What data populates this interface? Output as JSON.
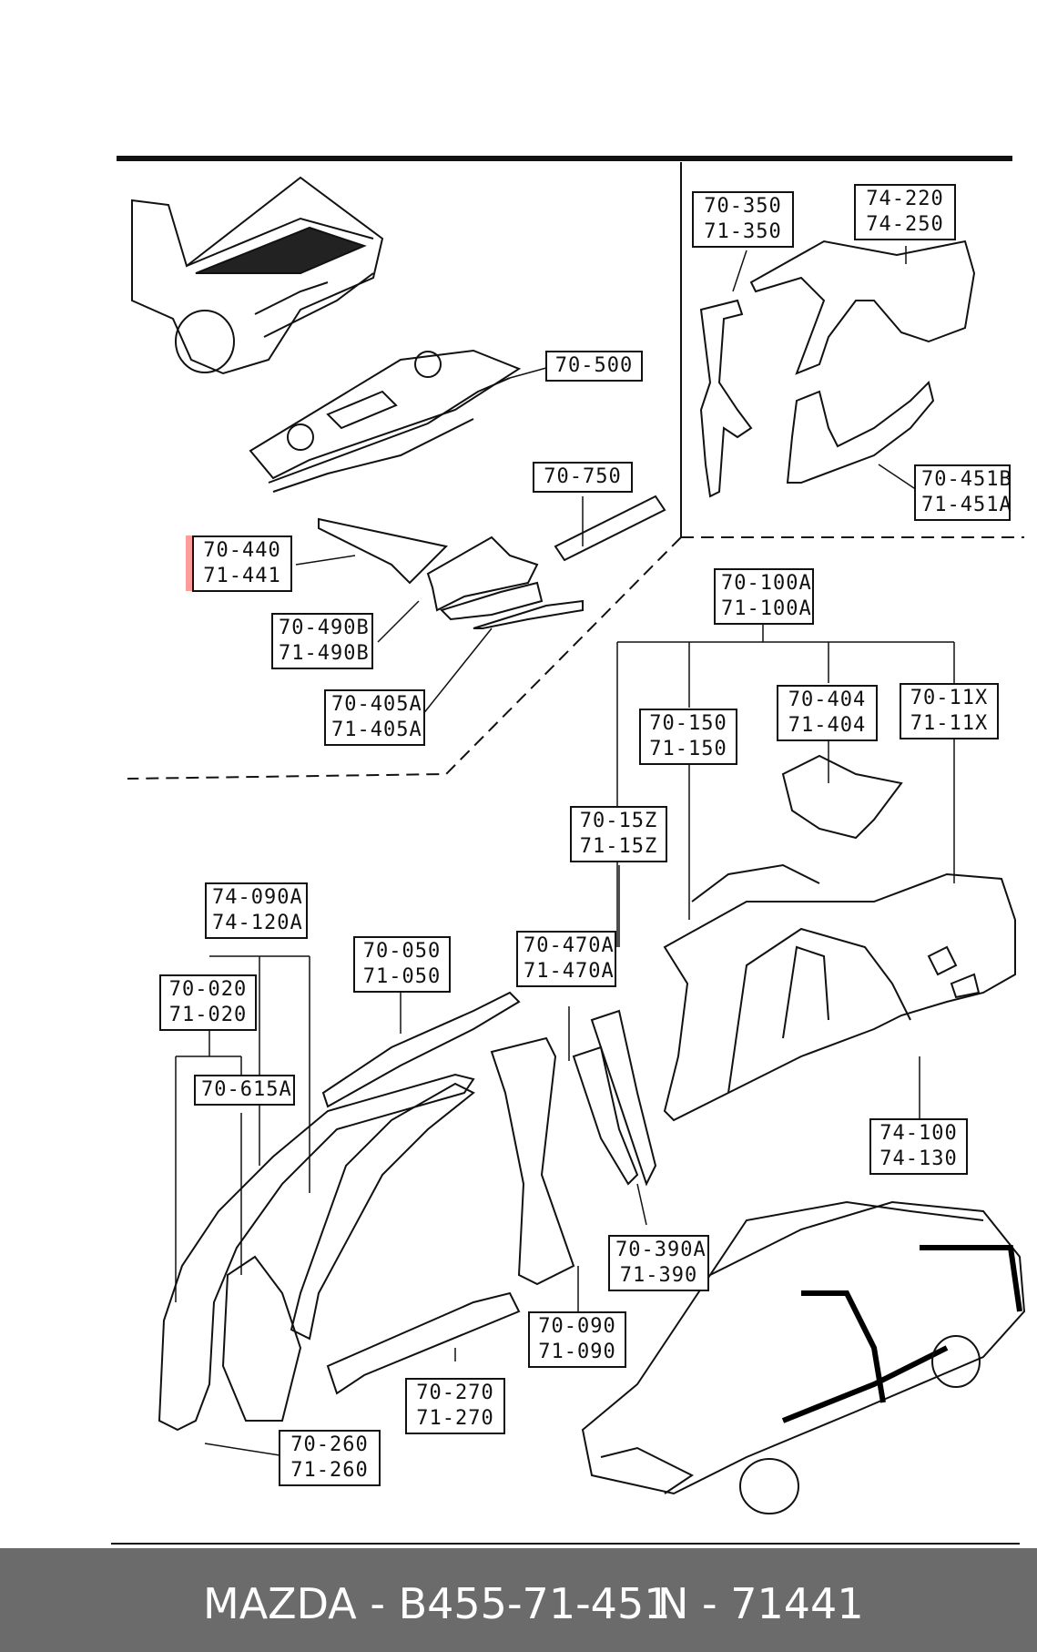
{
  "labels": {
    "l70_500": [
      "70-500"
    ],
    "l70_750": [
      "70-750"
    ],
    "l70_440": [
      "70-440",
      "71-441"
    ],
    "l70_490b": [
      "70-490B",
      "71-490B"
    ],
    "l70_405a": [
      "70-405A",
      "71-405A"
    ],
    "l70_350": [
      "70-350",
      "71-350"
    ],
    "l74_220": [
      "74-220",
      "74-250"
    ],
    "l70_451b": [
      "70-451B",
      "71-451A"
    ],
    "l70_100a": [
      "70-100A",
      "71-100A"
    ],
    "l70_404": [
      "70-404",
      "71-404"
    ],
    "l70_11x": [
      "70-11X",
      "71-11X"
    ],
    "l70_150": [
      "70-150",
      "71-150"
    ],
    "l70_15z": [
      "70-15Z",
      "71-15Z"
    ],
    "l74_090a": [
      "74-090A",
      "74-120A"
    ],
    "l70_050": [
      "70-050",
      "71-050"
    ],
    "l70_470a": [
      "70-470A",
      "71-470A"
    ],
    "l70_020": [
      "70-020",
      "71-020"
    ],
    "l70_615a": [
      "70-615A"
    ],
    "l74_100": [
      "74-100",
      "74-130"
    ],
    "l70_390a": [
      "70-390A",
      "71-390"
    ],
    "l70_090": [
      "70-090",
      "71-090"
    ],
    "l70_270": [
      "70-270",
      "71-270"
    ],
    "l70_260": [
      "70-260",
      "71-260"
    ]
  },
  "highlight_label": "l70_440",
  "highlight_color": "#ff4d4d",
  "footer": {
    "part_text": "MAZDA - B455-71-451",
    "number_text": "N - 71441",
    "background": "#6b6b6b"
  }
}
